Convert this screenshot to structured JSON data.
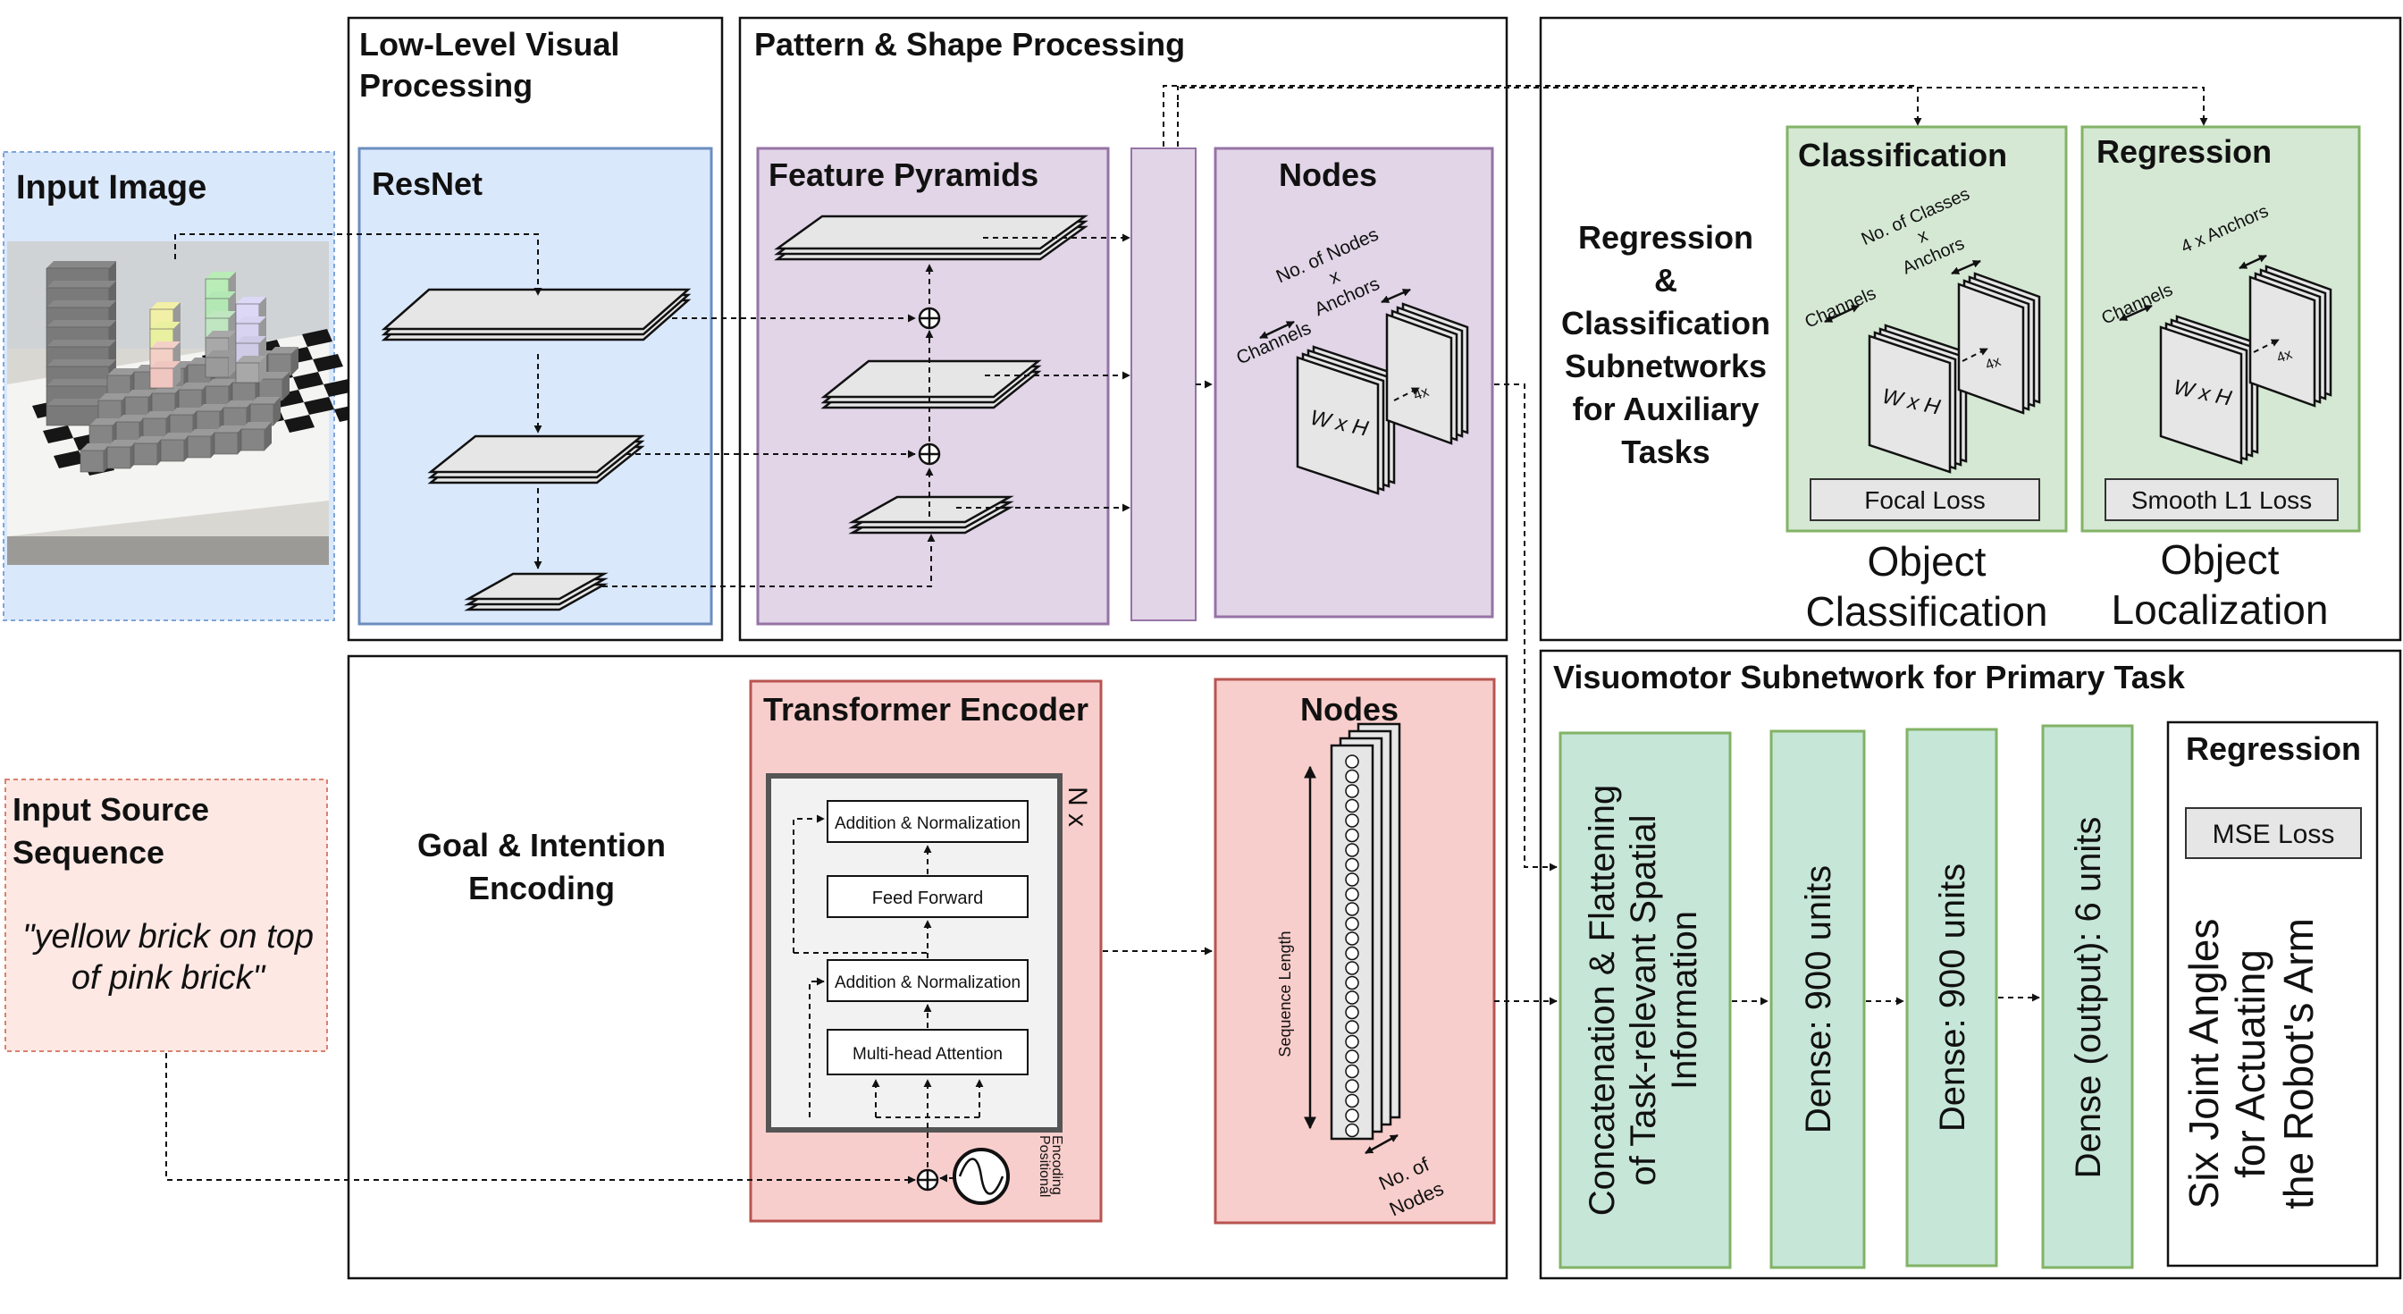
{
  "input_image": {
    "label": "Input Image"
  },
  "input_source": {
    "title_line1": "Input Source",
    "title_line2": "Sequence",
    "quote_line1": "\"yellow brick on top",
    "quote_line2": "of pink brick\""
  },
  "low_level": {
    "title_line1": "Low-Level Visual",
    "title_line2": "Processing",
    "resnet": "ResNet"
  },
  "pattern": {
    "title": "Pattern & Shape Processing",
    "feature_pyramids": "Feature Pyramids",
    "nodes": "Nodes",
    "nodes_label_line1": "No. of Nodes",
    "nodes_label_line2": "x",
    "nodes_label_line3": "Anchors",
    "channels": "Channels",
    "wxh": "W x H",
    "four_x": "4x"
  },
  "aux": {
    "title_lines": [
      "Regression",
      "&",
      "Classification",
      "Subnetworks",
      "for Auxiliary",
      "Tasks"
    ],
    "classification": {
      "title": "Classification",
      "label_line1": "No. of Classes",
      "label_line2": "x",
      "label_line3": "Anchors",
      "channels": "Channels",
      "wxh": "W x H",
      "four_x": "4x",
      "loss": "Focal Loss",
      "caption_line1": "Object",
      "caption_line2": "Classification"
    },
    "regression": {
      "title": "Regression",
      "label": "4 x Anchors",
      "channels": "Channels",
      "wxh": "W x H",
      "four_x": "4x",
      "loss": "Smooth L1 Loss",
      "caption_line1": "Object",
      "caption_line2": "Localization"
    }
  },
  "goal": {
    "title_line1": "Goal & Intention",
    "title_line2": "Encoding",
    "transformer": "Transformer Encoder",
    "nx": "N x",
    "add_norm": "Addition & Normalization",
    "feed_forward": "Feed Forward",
    "mha": "Multi-head Attention",
    "pos_line1": "Positional",
    "pos_line2": "Encoding",
    "nodes": "Nodes",
    "seq_length": "Sequence Length",
    "no_of_line1": "No. of",
    "no_of_line2": "Nodes"
  },
  "visuomotor": {
    "title": "Visuomotor Subnetwork for Primary Task",
    "concat_line1": "Concatenation & Flattening",
    "concat_line2": "of Task-relevant Spatial",
    "concat_line3": "Information",
    "dense1": "Dense: 900 units",
    "dense2": "Dense: 900 units",
    "dense_out": "Dense (output): 6 units",
    "regression": "Regression",
    "mse": "MSE Loss",
    "output_line1": "Six Joint Angles",
    "output_line2": "for Actuating",
    "output_line3": "the Robot's Arm"
  },
  "colors": {
    "blue_fill": "#dae8fc",
    "blue_stroke": "#6c8ebf",
    "purple_fill": "#e1d5e7",
    "purple_stroke": "#9673a6",
    "green_fill": "#d5e8d4",
    "green_stroke": "#82b366",
    "teal_fill": "#c6e6d8",
    "red_fill": "#f8cecc",
    "red_stroke": "#b85450",
    "salmon_fill": "#fde8e4",
    "salmon_stroke": "#d9826f"
  }
}
